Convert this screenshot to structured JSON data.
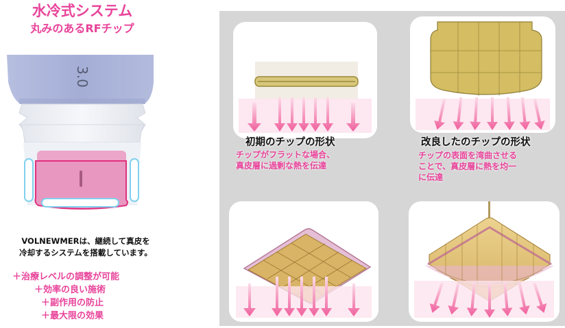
{
  "header": {
    "title": "水冷式システム",
    "subtitle": "丸みのあるRFチップ"
  },
  "device": {
    "tip_label": "3.0"
  },
  "description": {
    "line1": "VOLNEWMERは、継続して真皮を",
    "line2": "冷却するシステムを搭載しています。"
  },
  "benefits": [
    {
      "label": "＋治療レベルの調整が可能",
      "indent": 18
    },
    {
      "label": "＋効率の良い施術",
      "indent": 52
    },
    {
      "label": "＋副作用の防止",
      "indent": 60
    },
    {
      "label": "＋最大限の効果",
      "indent": 60
    }
  ],
  "comparison": {
    "initial": {
      "title": "初期のチップの形状",
      "text_line1": "チップがフラットな場合、",
      "text_line2": "真皮層に過剰な熱を伝達"
    },
    "improved": {
      "title": "改良したのチップの形状",
      "text_line1": "チップの表面を湾曲させる",
      "text_line2": "ことで、真皮層に熱を均一",
      "text_line3": "に伝達"
    }
  },
  "colors": {
    "accent_pink": "#e8439a",
    "panel_grey": "#d6d6d6",
    "device_lavender": "#a9b2d6",
    "tip_pink": "#e88fbb",
    "chip_gold": "#d9b864",
    "arrow_pink": "#f0609d"
  }
}
